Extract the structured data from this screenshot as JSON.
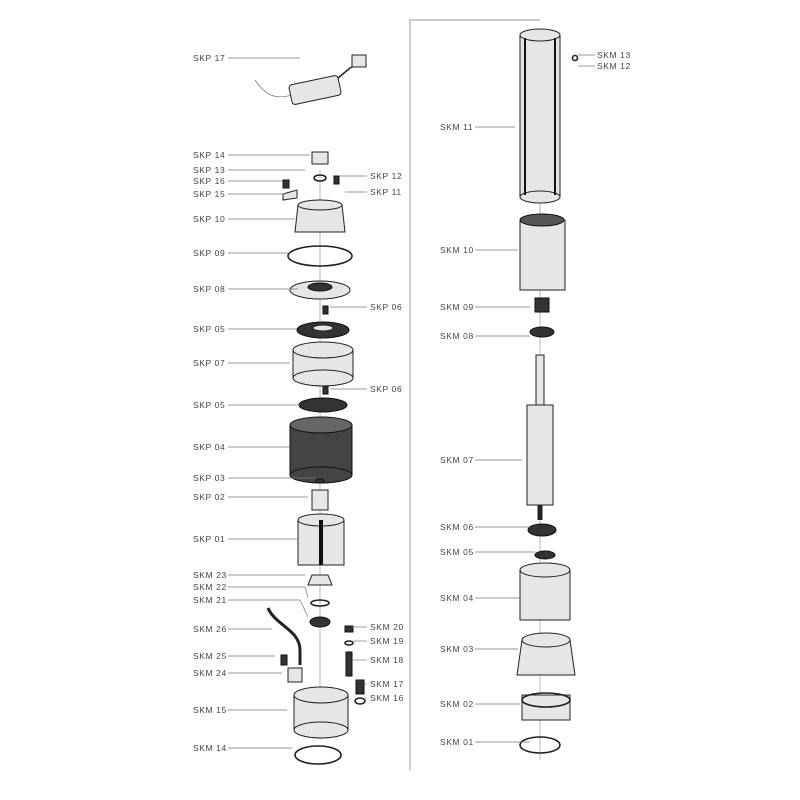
{
  "diagram": {
    "pump_labels_left": [
      "SKP 17",
      "SKP 14",
      "SKP 13",
      "SKP 16",
      "SKP 15",
      "SKP 10",
      "SKP 09",
      "SKP 08",
      "SKP 05",
      "SKP 07",
      "SKP 05",
      "SKP 04",
      "SKP 03",
      "SKP 02",
      "SKP 01",
      "SKM 23",
      "SKM 22",
      "SKM 21",
      "SKM 26",
      "SKM 25",
      "SKM 24",
      "SKM 15",
      "SKM 14"
    ],
    "pump_labels_right": [
      "SKP 12",
      "SKP 11",
      "SKP 06",
      "SKP 06",
      "SKM 20",
      "SKM 19",
      "SKM 18",
      "SKM 17",
      "SKM 16"
    ],
    "motor_labels": [
      "SKM 13",
      "SKM 12",
      "SKM 11",
      "SKM 10",
      "SKM 09",
      "SKM 08",
      "SKM 07",
      "SKM 06",
      "SKM 05",
      "SKM 04",
      "SKM 03",
      "SKM 02",
      "SKM 01"
    ]
  }
}
